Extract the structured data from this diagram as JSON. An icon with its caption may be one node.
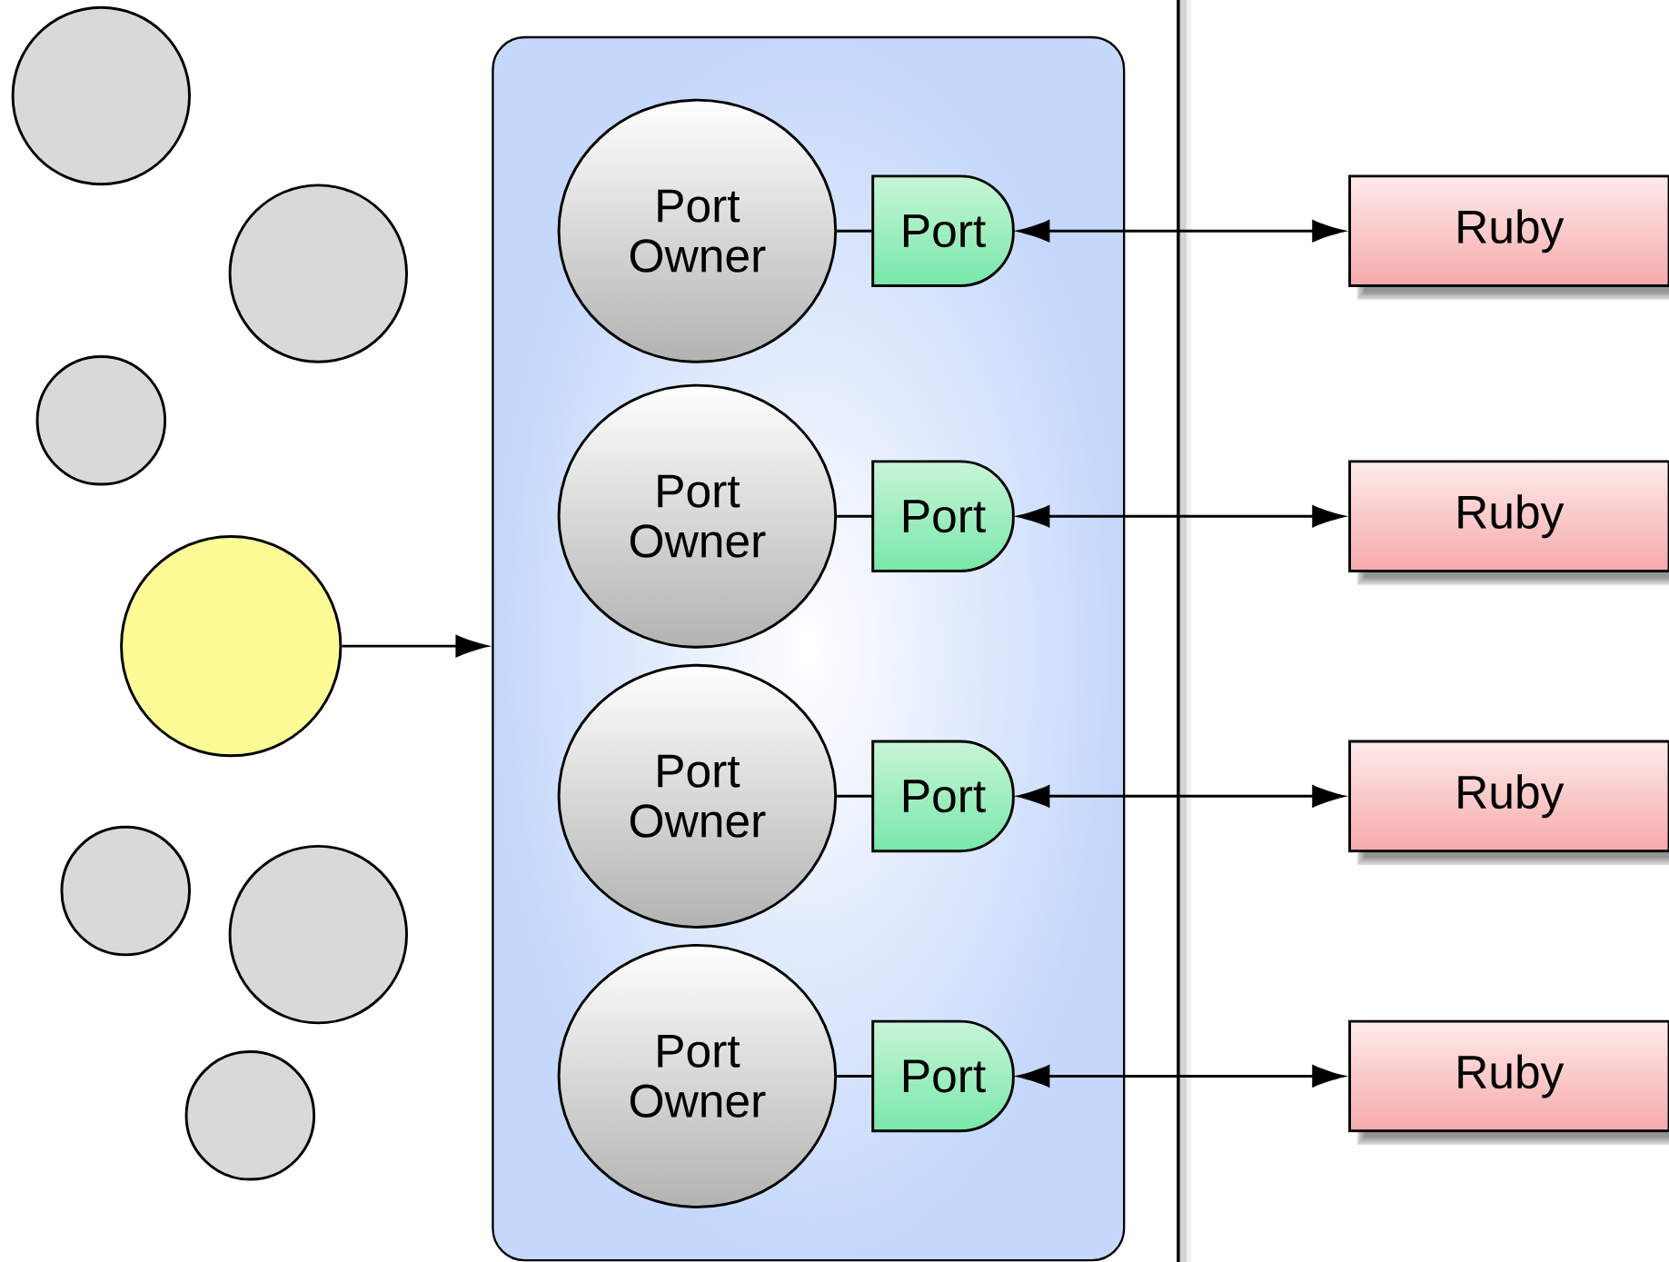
{
  "diagram": {
    "nodes": [
      {
        "text": [],
        "shape": "circle"
      },
      {
        "text": [],
        "shape": "circle"
      },
      {
        "text": [],
        "shape": "circle"
      },
      {
        "text": [],
        "shape": "circle"
      },
      {
        "text": [],
        "shape": "circle"
      },
      {
        "text": [],
        "shape": "circle"
      },
      {
        "text": [],
        "shape": "circle"
      },
      {
        "text": [],
        "shape": "box"
      },
      {
        "text": [
          "Port Owner"
        ],
        "in": 7
      },
      {
        "text": [
          "Port Owner"
        ],
        "in": 7
      },
      {
        "text": [
          "Port Owner"
        ],
        "in": 7
      },
      {
        "text": [
          "Port Owner"
        ],
        "in": 7
      },
      {
        "text": [
          "Port"
        ],
        "in": 7
      },
      {
        "text": [
          "Port"
        ],
        "in": 7
      },
      {
        "text": [
          "Port"
        ],
        "in": 7
      },
      {
        "text": [
          "Port"
        ],
        "in": 7
      },
      {
        "text": [
          "Ruby"
        ]
      },
      {
        "text": [
          "Ruby"
        ]
      },
      {
        "text": [
          "Ruby"
        ]
      },
      {
        "text": [
          "Ruby"
        ]
      }
    ],
    "edges": [
      {
        "from": 3,
        "to": 7,
        "arrow": "to"
      },
      {
        "from": 8,
        "to": 12,
        "arrow": "none"
      },
      {
        "from": 9,
        "to": 13,
        "arrow": "none"
      },
      {
        "from": 10,
        "to": 14,
        "arrow": "none"
      },
      {
        "from": 11,
        "to": 15,
        "arrow": "none"
      },
      {
        "from": 12,
        "to": 16,
        "arrow": "both"
      },
      {
        "from": 13,
        "to": 17,
        "arrow": "both"
      },
      {
        "from": 14,
        "to": 18,
        "arrow": "both"
      },
      {
        "from": 15,
        "to": 19,
        "arrow": "both"
      }
    ]
  }
}
